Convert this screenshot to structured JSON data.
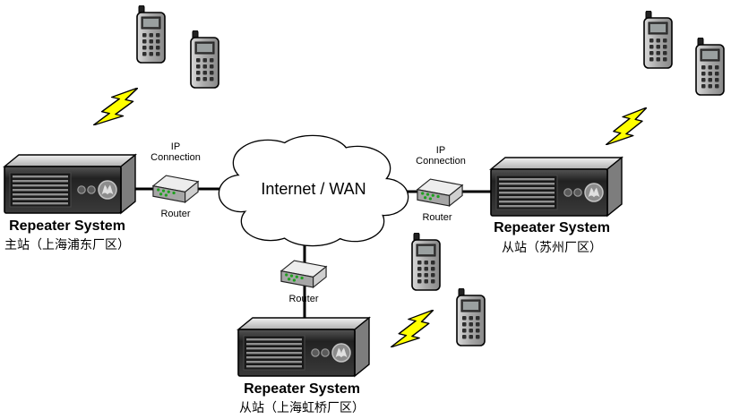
{
  "colors": {
    "bolt_yellow": "#ffff00",
    "led_green": "#1fa01f",
    "line_black": "#000000"
  },
  "cloud": {
    "label": "Internet / WAN"
  },
  "links": {
    "left": {
      "ip_label_line1": "IP",
      "ip_label_line2": "Connection",
      "router_label": "Router"
    },
    "right": {
      "ip_label_line1": "IP",
      "ip_label_line2": "Connection",
      "router_label": "Router"
    },
    "bottom": {
      "router_label": "Router"
    }
  },
  "sites": {
    "left": {
      "title": "Repeater System",
      "subtitle": "主站（上海浦东厂区）"
    },
    "right": {
      "title": "Repeater System",
      "subtitle": "从站（苏州厂区）"
    },
    "bottom": {
      "title": "Repeater System",
      "subtitle": "从站（上海虹桥厂区）"
    }
  },
  "icons": {
    "radio": "portable-radio-icon",
    "router": "router-icon",
    "repeater": "repeater-device",
    "bolt": "lightning-bolt-icon",
    "cloud": "internet-cloud"
  }
}
